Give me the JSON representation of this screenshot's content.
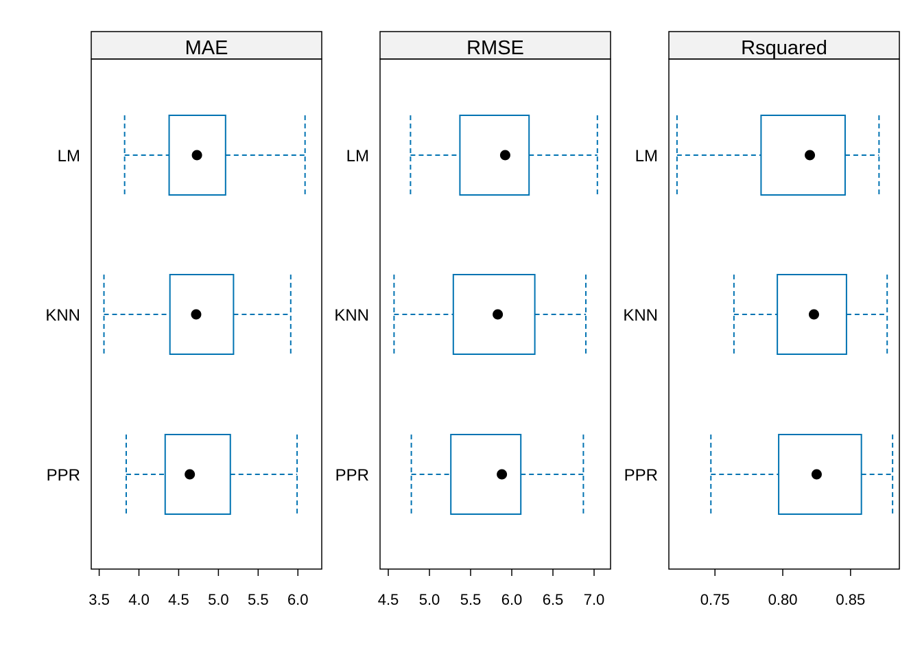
{
  "chart_data": {
    "type": "boxplot",
    "colors": {
      "box": "#0073b2",
      "median": "#000000",
      "strip": "#f2f2f2",
      "frame": "#000000"
    },
    "categories": [
      "LM",
      "KNN",
      "PPR"
    ],
    "panels": [
      {
        "title": "MAE",
        "xlim": [
          3.4,
          6.3
        ],
        "ticks": [
          3.5,
          4.0,
          4.5,
          5.0,
          5.5,
          6.0
        ],
        "tick_labels": [
          "3.5",
          "4.0",
          "4.5",
          "5.0",
          "5.5",
          "6.0"
        ],
        "boxes": [
          {
            "category": "LM",
            "min": 3.82,
            "q1": 4.38,
            "median": 4.73,
            "q3": 5.09,
            "max": 6.09
          },
          {
            "category": "KNN",
            "min": 3.56,
            "q1": 4.39,
            "median": 4.72,
            "q3": 5.19,
            "max": 5.91
          },
          {
            "category": "PPR",
            "min": 3.84,
            "q1": 4.33,
            "median": 4.64,
            "q3": 5.15,
            "max": 5.99
          }
        ]
      },
      {
        "title": "RMSE",
        "xlim": [
          4.4,
          7.2
        ],
        "ticks": [
          4.5,
          5.0,
          5.5,
          6.0,
          6.5,
          7.0
        ],
        "tick_labels": [
          "4.5",
          "5.0",
          "5.5",
          "6.0",
          "6.5",
          "7.0"
        ],
        "boxes": [
          {
            "category": "LM",
            "min": 4.77,
            "q1": 5.37,
            "median": 5.92,
            "q3": 6.21,
            "max": 7.04
          },
          {
            "category": "KNN",
            "min": 4.57,
            "q1": 5.29,
            "median": 5.83,
            "q3": 6.28,
            "max": 6.9
          },
          {
            "category": "PPR",
            "min": 4.78,
            "q1": 5.26,
            "median": 5.88,
            "q3": 6.11,
            "max": 6.87
          }
        ]
      },
      {
        "title": "Rsquared",
        "xlim": [
          0.716,
          0.886
        ],
        "ticks": [
          0.75,
          0.8,
          0.85
        ],
        "tick_labels": [
          "0.75",
          "0.80",
          "0.85"
        ],
        "boxes": [
          {
            "category": "LM",
            "min": 0.722,
            "q1": 0.784,
            "median": 0.82,
            "q3": 0.846,
            "max": 0.871
          },
          {
            "category": "KNN",
            "min": 0.764,
            "q1": 0.796,
            "median": 0.823,
            "q3": 0.847,
            "max": 0.877
          },
          {
            "category": "PPR",
            "min": 0.747,
            "q1": 0.797,
            "median": 0.825,
            "q3": 0.858,
            "max": 0.881
          }
        ]
      }
    ]
  }
}
